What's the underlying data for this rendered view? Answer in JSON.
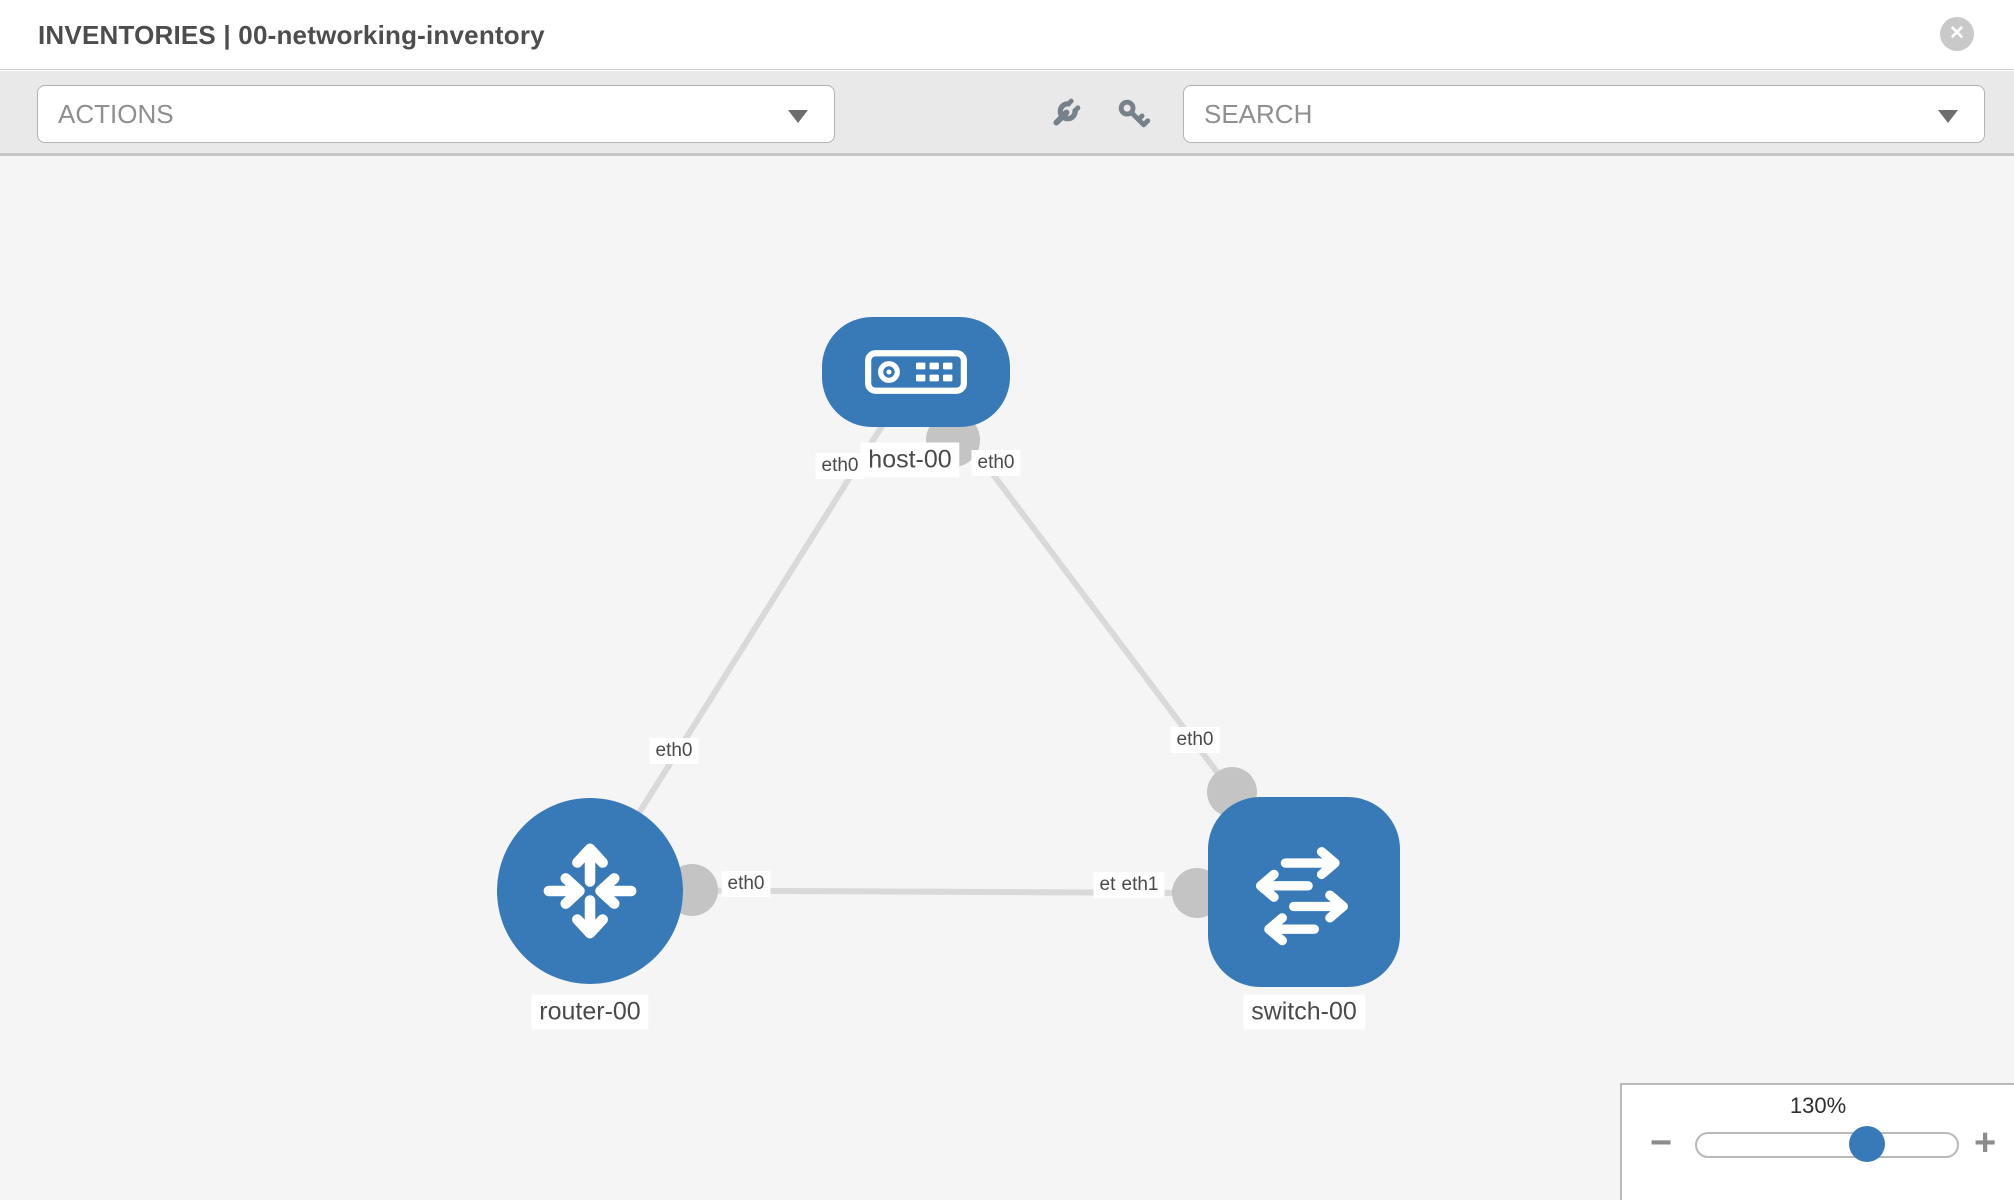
{
  "header": {
    "title": "INVENTORIES | 00-networking-inventory",
    "close_glyph": "✕"
  },
  "toolbar": {
    "actions_placeholder": "ACTIONS",
    "search_placeholder": "SEARCH",
    "icons": [
      "wrench",
      "key"
    ]
  },
  "canvas": {
    "nodes": [
      {
        "id": "host-00",
        "label": "host-00",
        "type": "host"
      },
      {
        "id": "router-00",
        "label": "router-00",
        "type": "router"
      },
      {
        "id": "switch-00",
        "label": "switch-00",
        "type": "switch"
      }
    ],
    "edges": [
      {
        "from": "host-00",
        "to": "router-00",
        "from_if": "eth0",
        "to_if": "eth0"
      },
      {
        "from": "host-00",
        "to": "switch-00",
        "from_if": "eth0",
        "to_if": "eth0"
      },
      {
        "from": "router-00",
        "to": "switch-00",
        "from_if": "eth0",
        "to_if": "eth1",
        "to_if_overlapped": "eth0"
      }
    ]
  },
  "zoom_control": {
    "level": "130%",
    "minus_glyph": "−",
    "plus_glyph": "+"
  },
  "colors": {
    "node_blue": "#3879b7",
    "edge_gray": "#d9d9d9",
    "connector_gray": "#c4c4c4",
    "toolbar_bg": "#e9e9e9",
    "canvas_bg": "#f5f5f5",
    "title_text": "#4d4d4d",
    "placeholder_text": "#8f8f8f",
    "icon_gray": "#76818c"
  }
}
